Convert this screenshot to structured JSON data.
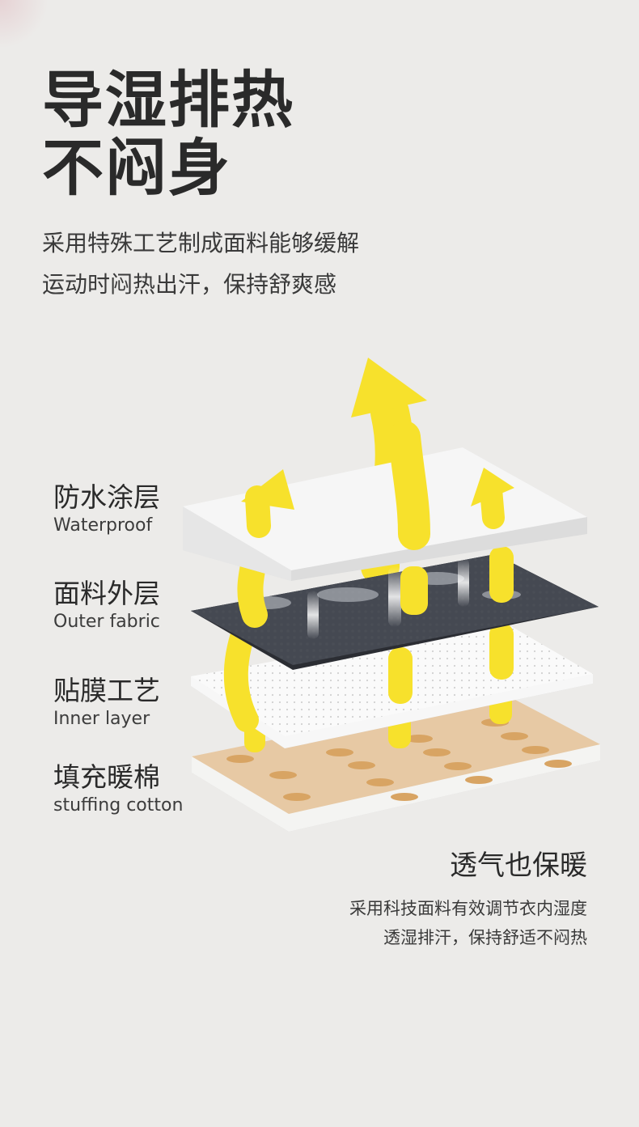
{
  "headline": {
    "line1": "导湿排热",
    "line2": "不闷身"
  },
  "intro": {
    "line1": "采用特殊工艺制成面料能够缓解",
    "line2": "运动时闷热出汗，保持舒爽感"
  },
  "layers": [
    {
      "zh": "防水涂层",
      "en": "Waterproof"
    },
    {
      "zh": "面料外层",
      "en": "Outer fabric"
    },
    {
      "zh": "贴膜工艺",
      "en": "Inner layer"
    },
    {
      "zh": "填充暖棉",
      "en": "stuffing cotton"
    }
  ],
  "footer": {
    "title": "透气也保暖",
    "line1": "采用科技面料有效调节衣内湿度",
    "line2": "透湿排汗，保持舒适不闷热"
  },
  "colors": {
    "background": "#ecebe9",
    "arrow": "#f7e12c",
    "outer_fabric": "#2e3036",
    "cotton": "#e7c9a4",
    "cotton_hole": "#d8a463"
  }
}
